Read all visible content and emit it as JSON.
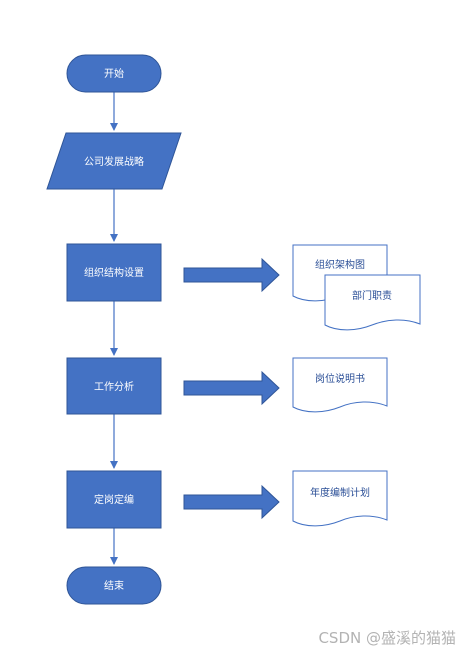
{
  "flowchart": {
    "start": "开始",
    "input": "公司发展战略",
    "step1": "组织结构设置",
    "step2": "工作分析",
    "step3": "定岗定编",
    "end": "结束"
  },
  "documents": {
    "doc1": "组织架构图",
    "doc2": "部门职责",
    "doc3": "岗位说明书",
    "doc4": "年度编制计划"
  },
  "watermark": "CSDN @盛溪的猫猫",
  "colors": {
    "node_fill": "#4472c4",
    "node_border": "#2f5597",
    "arrow": "#4472c4",
    "doc_border": "#4472c4",
    "doc_text": "#2b4f97"
  }
}
